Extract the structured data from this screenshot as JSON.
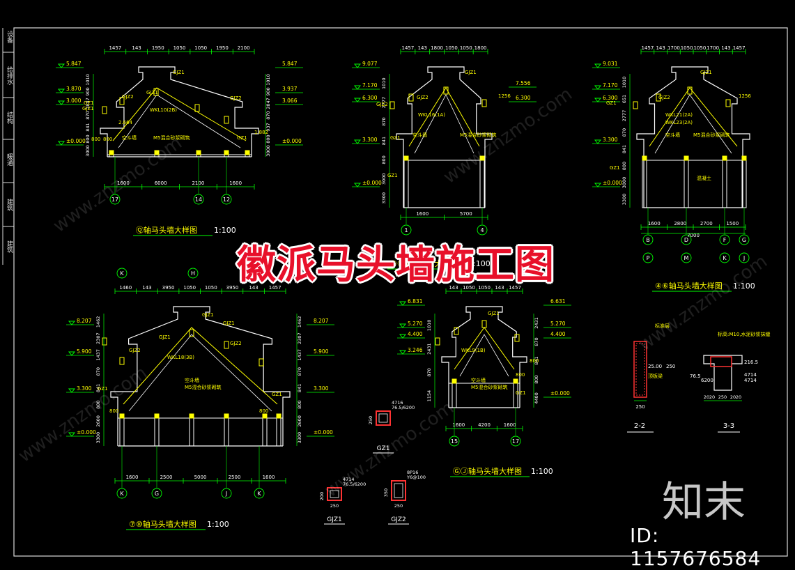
{
  "colors": {
    "background": "#000000",
    "frame": "#dddddd",
    "wall": "#ffffff",
    "dimension": "#00ff00",
    "axis": "#00ff00",
    "text_yellow": "#ffff00",
    "beam": "#ffff00",
    "column": "#ff3333",
    "banner": "#e8102a",
    "cyan": "#00ffff"
  },
  "side_tabs": [
    "设备",
    "给排水",
    "结构",
    "暖通",
    "建筑",
    "建筑"
  ],
  "banner_title": "徽派马头墙施工图",
  "watermark": {
    "logo": "知末",
    "id": "ID: 1157676584",
    "site": "www.znzmo.com"
  },
  "drawing_q": {
    "title": "Ⓠ轴马头墙大样图",
    "scale": "1:100",
    "top_dims": [
      "1457",
      "143",
      "1950",
      "1050",
      "1050",
      "1950",
      "2100"
    ],
    "bottom_dims": [
      "1600",
      "6000",
      "2100",
      "1600"
    ],
    "axes": [
      "17",
      "14",
      "12"
    ],
    "left_levels": [
      "5.847",
      "3.870",
      "3.000",
      "±0.000"
    ],
    "right_levels": [
      "5.847",
      "3.937",
      "3.066",
      "±0.000"
    ],
    "left_vert": [
      "1010",
      "900",
      "2847",
      "870",
      "841",
      "800",
      "3000"
    ],
    "right_vert": [
      "1010",
      "900",
      "2847",
      "870",
      "937",
      "800",
      "3000"
    ],
    "labels": [
      "GJZ1",
      "GJZ1",
      "GJZ2",
      "WKL10(2B)",
      "GZ1",
      "2.664",
      "GJZ1",
      "GJZ2",
      "GZ1",
      "1.882",
      "空斗墙",
      "M5混合砂浆砌筑",
      "800",
      "800"
    ]
  },
  "drawing_4": {
    "title": "④⑥轴马头墙大样图",
    "scale": "1:100",
    "top_dims": [
      "1457",
      "143",
      "1800",
      "1050",
      "1050",
      "1800"
    ],
    "bottom_dims": [
      "1600",
      "5700"
    ],
    "axes": [
      "1",
      "4"
    ],
    "left_levels": [
      "9.077",
      "7.170",
      "6.300",
      "3.300",
      "±0.000"
    ],
    "right_levels": [
      "7.556",
      "6.300"
    ],
    "left_vert": [
      "1010",
      "2777",
      "870",
      "841",
      "800",
      "3000",
      "3300"
    ],
    "labels": [
      "GJZ1",
      "GJZ2",
      "GJZ2",
      "WKL16(1A)",
      "空斗墙",
      "M5混合砂浆砌筑",
      "GZ1",
      "GZ1",
      "1256"
    ]
  },
  "drawing_b": {
    "title": "④⑥轴马头墙大样图",
    "scale": "1:100",
    "top_dims": [
      "1457",
      "143",
      "1700",
      "1050",
      "1050",
      "1700",
      "143",
      "1457"
    ],
    "bottom_dims": [
      "1600",
      "2800",
      "2700",
      "1500"
    ],
    "total": "7000",
    "axes": [
      "B",
      "D",
      "F",
      "G"
    ],
    "axes2": [
      "P",
      "M",
      "K",
      "J"
    ],
    "left_levels": [
      "9.031",
      "7.170",
      "6.300",
      "3.300",
      "±0.000"
    ],
    "left_vert": [
      "1010",
      "651",
      "2777",
      "870",
      "841",
      "800",
      "3000",
      "3300"
    ],
    "labels": [
      "GJZ1",
      "GJZ2",
      "GZ1",
      "WKL21(2A)",
      "WKL23(2A)",
      "空斗墙",
      "M5混合砂浆砌筑",
      "GZ1",
      "混凝土",
      "1256"
    ]
  },
  "drawing_7": {
    "title": "⑦⑩轴马头墙大样图",
    "scale": "1:100",
    "top_dims": [
      "1460",
      "143",
      "3950",
      "1050",
      "1050",
      "3950",
      "143",
      "1457"
    ],
    "bottom_dims": [
      "1600",
      "2500",
      "5000",
      "2500",
      "1600"
    ],
    "axes": [
      "K",
      "G",
      "J",
      "K"
    ],
    "top_axes": [
      "K",
      "H",
      "K"
    ],
    "left_levels": [
      "8.207",
      "5.900",
      "3.300",
      "±0.000"
    ],
    "right_levels": [
      "8.207",
      "5.900",
      "3.300",
      "±0.000"
    ],
    "left_vert": [
      "1462",
      "2307",
      "1437",
      "870",
      "841",
      "800",
      "2600",
      "3300"
    ],
    "right_vert": [
      "1462",
      "2307",
      "1437",
      "870",
      "841",
      "800",
      "2600",
      "3300"
    ],
    "labels": [
      "GJZ1",
      "GJZ1",
      "GJZ2",
      "GZ1",
      "WKL18(3B)",
      "GJZ1",
      "GJZ2",
      "GZ1",
      "空斗墙",
      "M5混合砂浆砌筑",
      "800",
      "800"
    ]
  },
  "drawing_g": {
    "title": "ⒼⒿ轴马头墙大样图",
    "scale": "1:100",
    "top_dims": [
      "143",
      "1050",
      "1050",
      "143",
      "1457"
    ],
    "bottom_dims": [
      "1600",
      "4200",
      "1600"
    ],
    "axes": [
      "15",
      "17"
    ],
    "left_levels": [
      "6.831",
      "5.270",
      "4.400",
      "3.246"
    ],
    "right_levels": [
      "6.631",
      "5.270",
      "4.400",
      "±0.000"
    ],
    "left_vert": [
      "1010",
      "2431",
      "870",
      "1154"
    ],
    "right_vert": [
      "2431",
      "870",
      "841",
      "800",
      "4400"
    ],
    "labels": [
      "GJZ1",
      "WKL9(1B)",
      "空斗墙",
      "M5混合砂浆砌筑",
      "GZ1",
      "800",
      "800"
    ]
  },
  "section_22": {
    "title": "2-2",
    "labels": [
      "标准层",
      "25.00",
      "250",
      "顶板梁"
    ],
    "dims": [
      "250"
    ]
  },
  "section_33": {
    "title": "3-3",
    "labels": [
      "标高:M10,水泥砂浆抹缝",
      "216.5",
      "4714",
      "76.5",
      "6200",
      "4714"
    ],
    "dims": [
      "20",
      "20",
      "250",
      "20",
      "20"
    ]
  },
  "details": [
    {
      "name": "GZ1",
      "top": "4716",
      "sub": "76.5",
      "sub2": "6200",
      "dim": "250",
      "label": "GZ1"
    },
    {
      "name": "GJZ1",
      "top": "4714",
      "sub": "76.5",
      "sub2": "6200",
      "dim": "200",
      "dim2": "250",
      "label": "GJZ1"
    },
    {
      "name": "GJZ2",
      "top": "8P16",
      "sub": "Y6@100",
      "dim": "350",
      "dim2": "250",
      "label": "GJZ2"
    }
  ]
}
